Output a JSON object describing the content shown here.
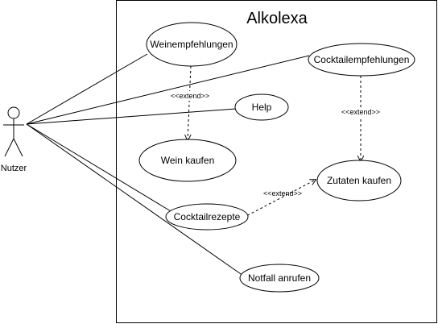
{
  "diagram": {
    "system_title": "Alkolexa",
    "actor": {
      "label": "Nutzer"
    },
    "use_cases": {
      "weinempfehlungen": "Weinempfehlungen",
      "cocktailempfehlungen": "Cocktailempfehlungen",
      "help": "Help",
      "wein_kaufen": "Wein kaufen",
      "zutaten_kaufen": "Zutaten kaufen",
      "cocktailrezepte": "Cocktailrezepte",
      "notfall_anrufen": "Notfall anrufen"
    },
    "relations": {
      "extend_wein": "<<extend>>",
      "extend_cocktail": "<<extend>>",
      "extend_rezepte": "<<extend>>"
    },
    "colors": {
      "stroke": "#000000",
      "background": "#ffffff"
    }
  }
}
